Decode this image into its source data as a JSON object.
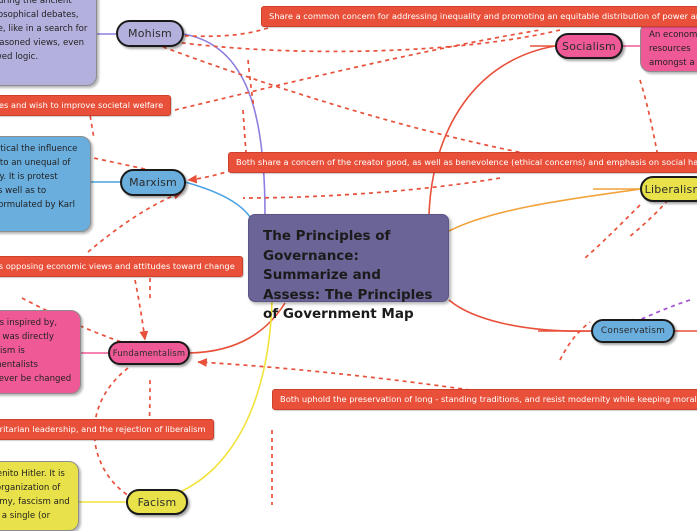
{
  "central": {
    "title": "The Principles of Governance: Summarize and Assess: The Principles of Government Map",
    "color": "#6b6496"
  },
  "nodes": [
    {
      "label": "Mohism",
      "color": "#b3b0dd"
    },
    {
      "label": "Marxism",
      "color": "#6aaede"
    },
    {
      "label": "Fundamentalism",
      "color": "#ef5a96"
    },
    {
      "label": "Facism",
      "color": "#e8e14a"
    },
    {
      "label": "Socialism",
      "color": "#ef5a96"
    },
    {
      "label": "Liberalism",
      "color": "#e8e14a"
    },
    {
      "label": "Conservatism",
      "color": "#6aaede"
    }
  ],
  "descriptions": [
    {
      "for": "Mohism",
      "color": "#b3b0dd",
      "text": "Mohism flourished during the ancient China. Mozi and philosophical debates, in addition to engage, like in a search for objective produce reasoned views, even if their based on flawed logic."
    },
    {
      "for": "Marxism",
      "color": "#6aaede",
      "text": "economic, and political the influence of the ruling leads to an unequal of privileges in society. It is protest against classism as well as to examine the was formulated by Karl"
    },
    {
      "for": "Fundamentalism",
      "color": "#ef5a96",
      "text": "the text of their was inspired by, God, someone who was directly being Fundamentalism is sometimes Fundamentalists therefore believe never be changed or human being"
    },
    {
      "for": "Facism",
      "color": "#e8e14a",
      "text": "ideology tied to Benito Hitler. It is an authoritarian, organization of society and economy, fascism and nazism. Fascist by a single (or small group) of"
    },
    {
      "for": "Socialism",
      "color": "#ef5a96",
      "text": "An economic for resources amongst a"
    }
  ],
  "banners": [
    {
      "text": "Share a common concern for addressing inequality and promoting an equitable distribution of power and resources"
    },
    {
      "text": "social structures and wish to improve societal welfare"
    },
    {
      "text": "Both share a concern of the creator good, as well as benevolence (ethical concerns) and emphasis on social harmony"
    },
    {
      "text": "forces, as well as opposing economic views and attitudes toward change"
    },
    {
      "text": "Both uphold the preservation of long - standing traditions, and resist modernity while keeping moral values in high regards"
    },
    {
      "text": "promote authoritarian leadership, and the rejection of liberalism"
    }
  ],
  "palette": {
    "banner_red": "#e8503a",
    "dashed_link": "#e8503a",
    "purple_link": "#8e7fe0",
    "violet_dashed": "#a24fd0",
    "blue_link": "#4aa3e0",
    "red_link": "#e8503a",
    "pink_link": "#ef5a96",
    "yellow_link": "#f2e23a",
    "orange_link": "#f2a23a"
  }
}
